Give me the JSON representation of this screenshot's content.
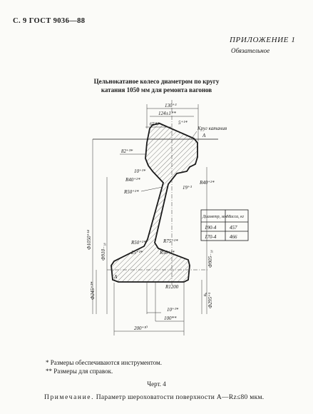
{
  "header": {
    "page": "С. 9 ГОСТ 9036—88"
  },
  "appendix": {
    "title": "ПРИЛОЖЕНИЕ 1",
    "status": "Обязательное"
  },
  "figure_title": {
    "line1": "Цельнокатаное колесо диаметром по кругу",
    "line2": "катания 1050 мм для ремонта вагонов"
  },
  "drawing": {
    "labels": {
      "d130": "130⁺³",
      "d124": "124±1**",
      "d65": "65**",
      "d5": "5⁺¹*",
      "rolling_circle": "Круг катания",
      "mark_a_top": "A",
      "d82": "82⁺³*",
      "d10_top": "10⁺¹*",
      "r40_left": "R40⁺²*",
      "r40_right": "R40⁺²*",
      "d19": "19⁺³",
      "r50_upper": "R50⁺²*",
      "d1050": "Ф1050⁺¹⁴",
      "d910": "Ф910₋₁₈",
      "r50_left": "R50⁺²*",
      "r75": "R75⁺²*",
      "d25": "25⁺²*",
      "r50_right": "R50⁺²*",
      "d905": "Ф905₋₁₈",
      "d245": "Ф245⁺³*",
      "a_mark_hub": "A",
      "r1200": "R1200",
      "mark_d": "d",
      "d295": "Ф295⁺⁵",
      "d10_bottom": "10⁺¹*",
      "d100": "100**",
      "d200": "200⁺¹⁰"
    },
    "table": {
      "headers": [
        "Диаметр, мм",
        "Масса, кг"
      ],
      "rows": [
        [
          "190-4",
          "457"
        ],
        [
          "170-4",
          "466"
        ]
      ]
    }
  },
  "notes": {
    "n1": "* Размеры обеспечиваются инструментом.",
    "n2": "** Размеры для справок."
  },
  "figure_caption": "Черт. 4",
  "remark": {
    "lead": "Примечание.",
    "text": " Параметр шероховатости поверхности A—Rz≤80 мкм."
  }
}
